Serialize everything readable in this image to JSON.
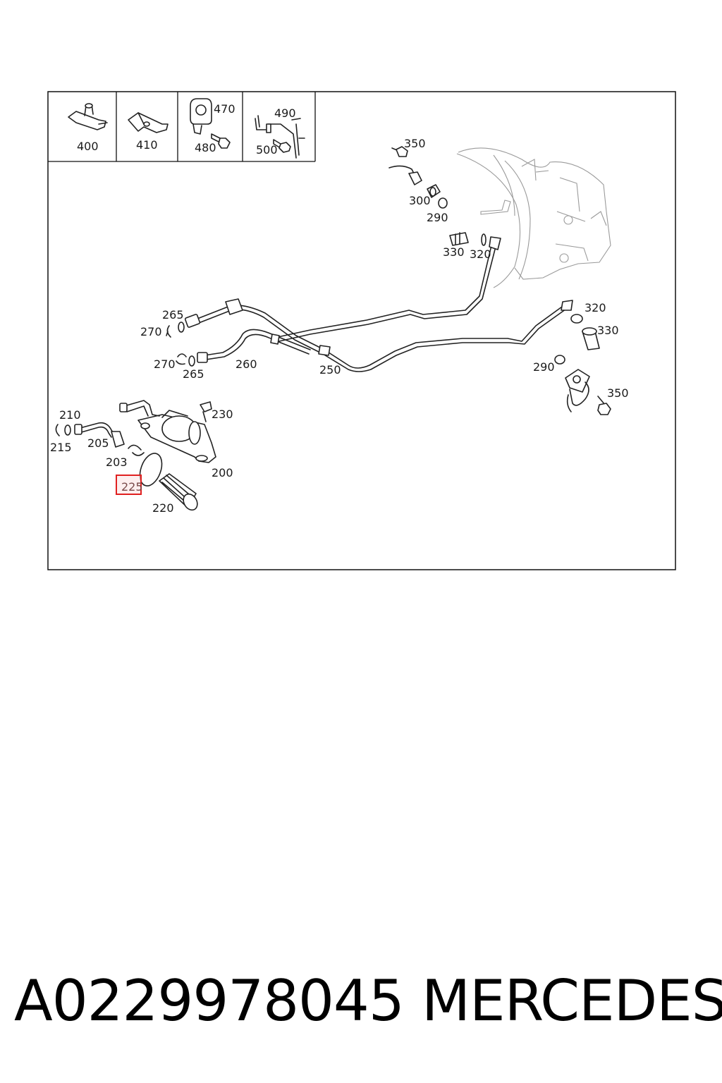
{
  "callouts": {
    "c400": "400",
    "c410": "410",
    "c470": "470",
    "c480": "480",
    "c490": "490",
    "c500": "500",
    "c350a": "350",
    "c300": "300",
    "c290a": "290",
    "c330a": "330",
    "c320a": "320",
    "c265a": "265",
    "c270a": "270",
    "c270b": "270",
    "c265b": "265",
    "c260": "260",
    "c250": "250",
    "c320b": "320",
    "c330b": "330",
    "c290b": "290",
    "c350b": "350",
    "c210": "210",
    "c215": "215",
    "c205": "205",
    "c203": "203",
    "c230": "230",
    "c200": "200",
    "c225": "225",
    "c220": "220"
  },
  "highlight_callout": "225",
  "highlight_color": "#e02020",
  "footer": {
    "part_number": "A0229978045",
    "brand": "MERCEDES"
  }
}
